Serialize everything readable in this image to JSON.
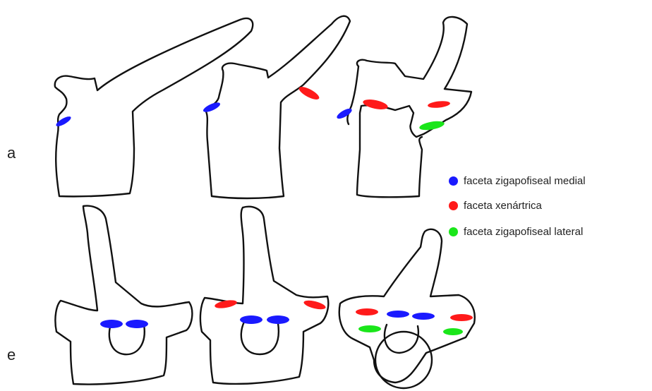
{
  "panel_labels": {
    "top": "a",
    "bottom": "e"
  },
  "legend": {
    "items": [
      {
        "label": "faceta  zigapofiseal medial",
        "color": "#1a1aff"
      },
      {
        "label": "faceta  xenártrica",
        "color": "#ff1a1a"
      },
      {
        "label": "faceta  zigapofiseal lateral",
        "color": "#1ae61a"
      }
    ]
  },
  "colors": {
    "outline": "#111111",
    "background": "#ffffff"
  }
}
